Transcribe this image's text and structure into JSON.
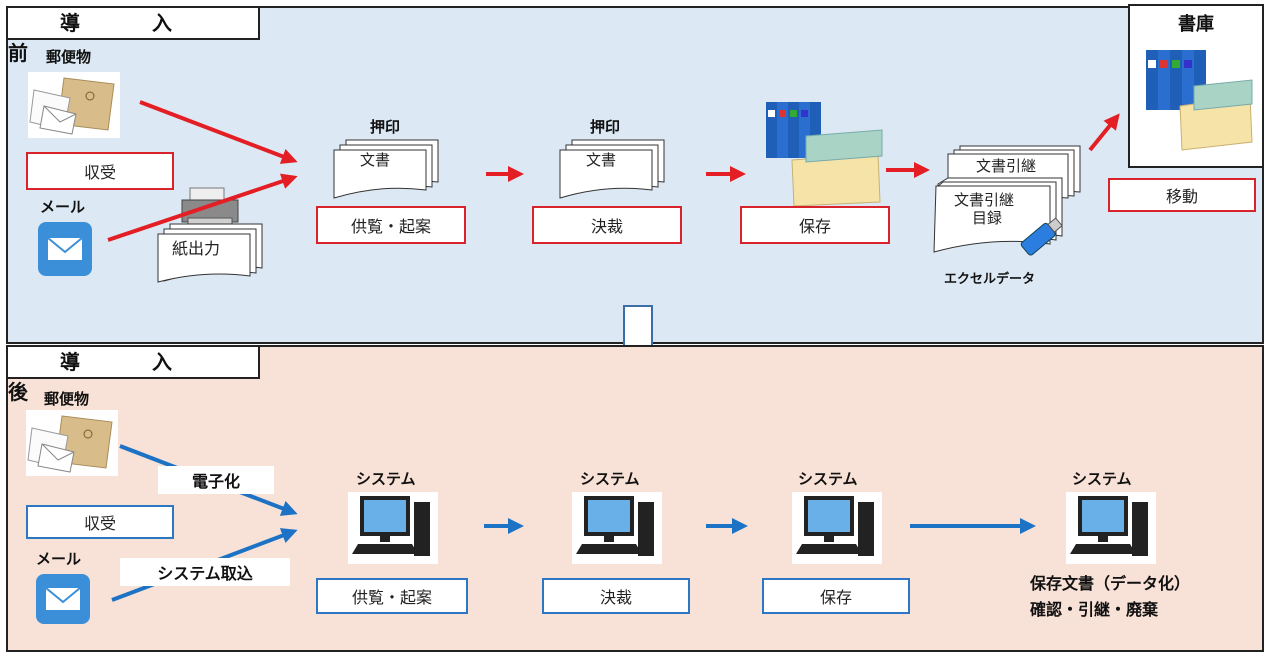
{
  "before": {
    "title": "導　入　前",
    "mail_label": "郵便物",
    "receive_label": "収受",
    "email_label": "メール",
    "print_label": "紙出力",
    "seal_label_1": "押印",
    "seal_label_2": "押印",
    "doc_label_1": "文書",
    "doc_label_2": "文書",
    "review_label": "供覧・起案",
    "decision_label": "決裁",
    "save_label": "保存",
    "transfer_doc_label": "文書引継",
    "transfer_list_label_1": "文書引継",
    "transfer_list_label_2": "目録",
    "excel_label": "エクセルデータ",
    "storage_label": "書庫",
    "move_label": "移動"
  },
  "after": {
    "title": "導　入　後",
    "mail_label": "郵便物",
    "digitize_label": "電子化",
    "receive_label": "収受",
    "email_label": "メール",
    "system_import_label": "システム取込",
    "system_label_1": "システム",
    "system_label_2": "システム",
    "system_label_3": "システム",
    "system_label_4": "システム",
    "review_label": "供覧・起案",
    "decision_label": "決裁",
    "save_label": "保存",
    "final_line_1": "保存文書（データ化）",
    "final_line_2": "確認・引継・廃棄"
  },
  "colors": {
    "before_bg": "#dce9f4",
    "after_bg": "#f8e1d6",
    "red_arrow": "#e31e24",
    "blue_arrow": "#1c72c4"
  }
}
